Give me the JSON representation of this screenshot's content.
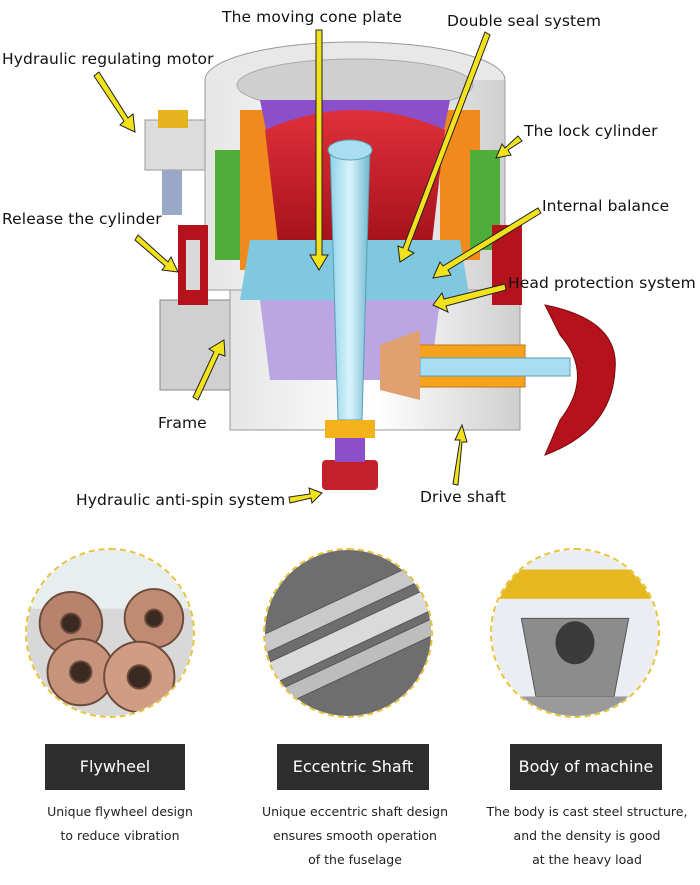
{
  "labels": {
    "moving_cone_plate": "The moving cone plate",
    "double_seal": "Double seal system",
    "hydraulic_motor": "Hydraulic regulating motor",
    "lock_cylinder": "The lock cylinder",
    "release_cylinder": "Release the cylinder",
    "internal_balance": "Internal balance",
    "head_protection": "Head protection system",
    "frame": "Frame",
    "anti_spin": "Hydraulic anti-spin system",
    "drive_shaft": "Drive shaft"
  },
  "features": [
    {
      "title": "Flywheel",
      "desc": [
        "Unique flywheel design",
        "to reduce vibration"
      ]
    },
    {
      "title": "Eccentric Shaft",
      "desc": [
        "Unique eccentric shaft design",
        "ensures smooth operation",
        "of the fuselage"
      ]
    },
    {
      "title": "Body of machine",
      "desc": [
        "The body is cast steel structure,",
        "and the density is good",
        "at the heavy load"
      ]
    }
  ],
  "colors": {
    "arrow": "#f2e21c",
    "banner": "#2d2d2d",
    "circle_border": "#e8c33a"
  }
}
